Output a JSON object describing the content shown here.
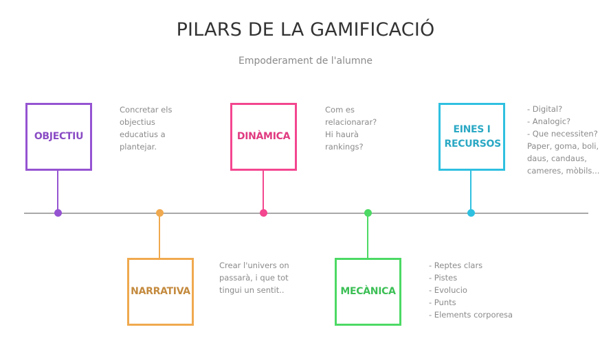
{
  "header": {
    "title": "PILARS DE LA GAMIFICACIÓ",
    "subtitle": "Empoderament de l'alumne"
  },
  "colors": {
    "timeline": "#a8a8a8",
    "text_muted": "#8a8a8a",
    "title": "#333333"
  },
  "pillars": [
    {
      "label": "OBJECTIU",
      "position": "above",
      "color": "#9553d1",
      "label_color": "#8a4cc4",
      "description": "Concretar els\nobjectius\neducatius a\nplantejar."
    },
    {
      "label": "NARRATIVA",
      "position": "below",
      "color": "#f0a94e",
      "label_color": "#c48a3e",
      "description": "Crear l'univers on\npassarà, i que tot\ntingui un sentit.."
    },
    {
      "label": "DINÀMICA",
      "position": "above",
      "color": "#f3468f",
      "label_color": "#e03a80",
      "description": "Com es\nrelacionarar?\nHi haurà\nrankings?"
    },
    {
      "label": "MECÀNICA",
      "position": "below",
      "color": "#4cd964",
      "label_color": "#3cbf55",
      "description": "- Reptes clars\n- Pistes\n- Evolucio\n- Punts\n- Elements corporesa"
    },
    {
      "label": "EINES I RECURSOS",
      "position": "above",
      "color": "#2ec0e0",
      "label_color": "#2aa8c4",
      "description": "- Digital?\n- Analogic?\n- Que necessiten?\nPaper, goma, boli,\ndaus, candaus,\ncameres, mòbils..."
    }
  ]
}
